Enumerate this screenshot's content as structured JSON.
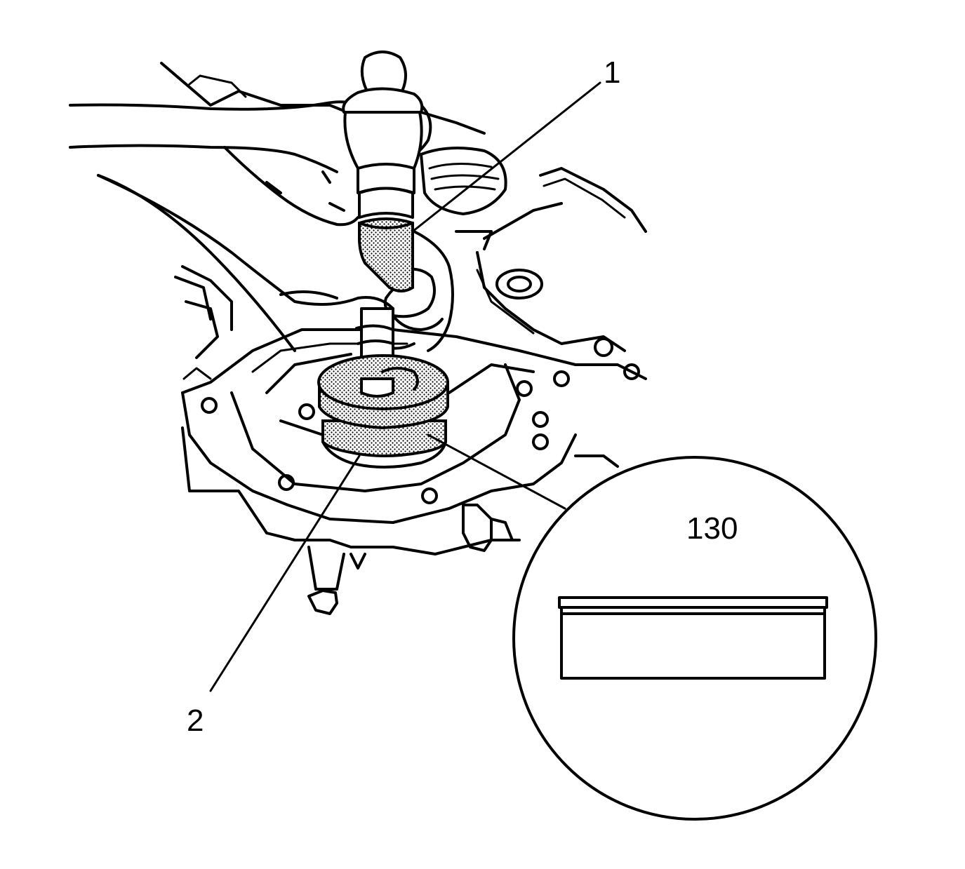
{
  "callouts": {
    "item1": "1",
    "item2": "2",
    "detail_dimension": "130"
  },
  "icons": {
    "hammer": "hammer-icon",
    "seal_installer": "seal-installer-tool-icon",
    "oil_seal": "oil-seal-icon"
  },
  "colors": {
    "line": "#000000",
    "background": "#ffffff",
    "tool_shading": "#b0b0b0"
  }
}
